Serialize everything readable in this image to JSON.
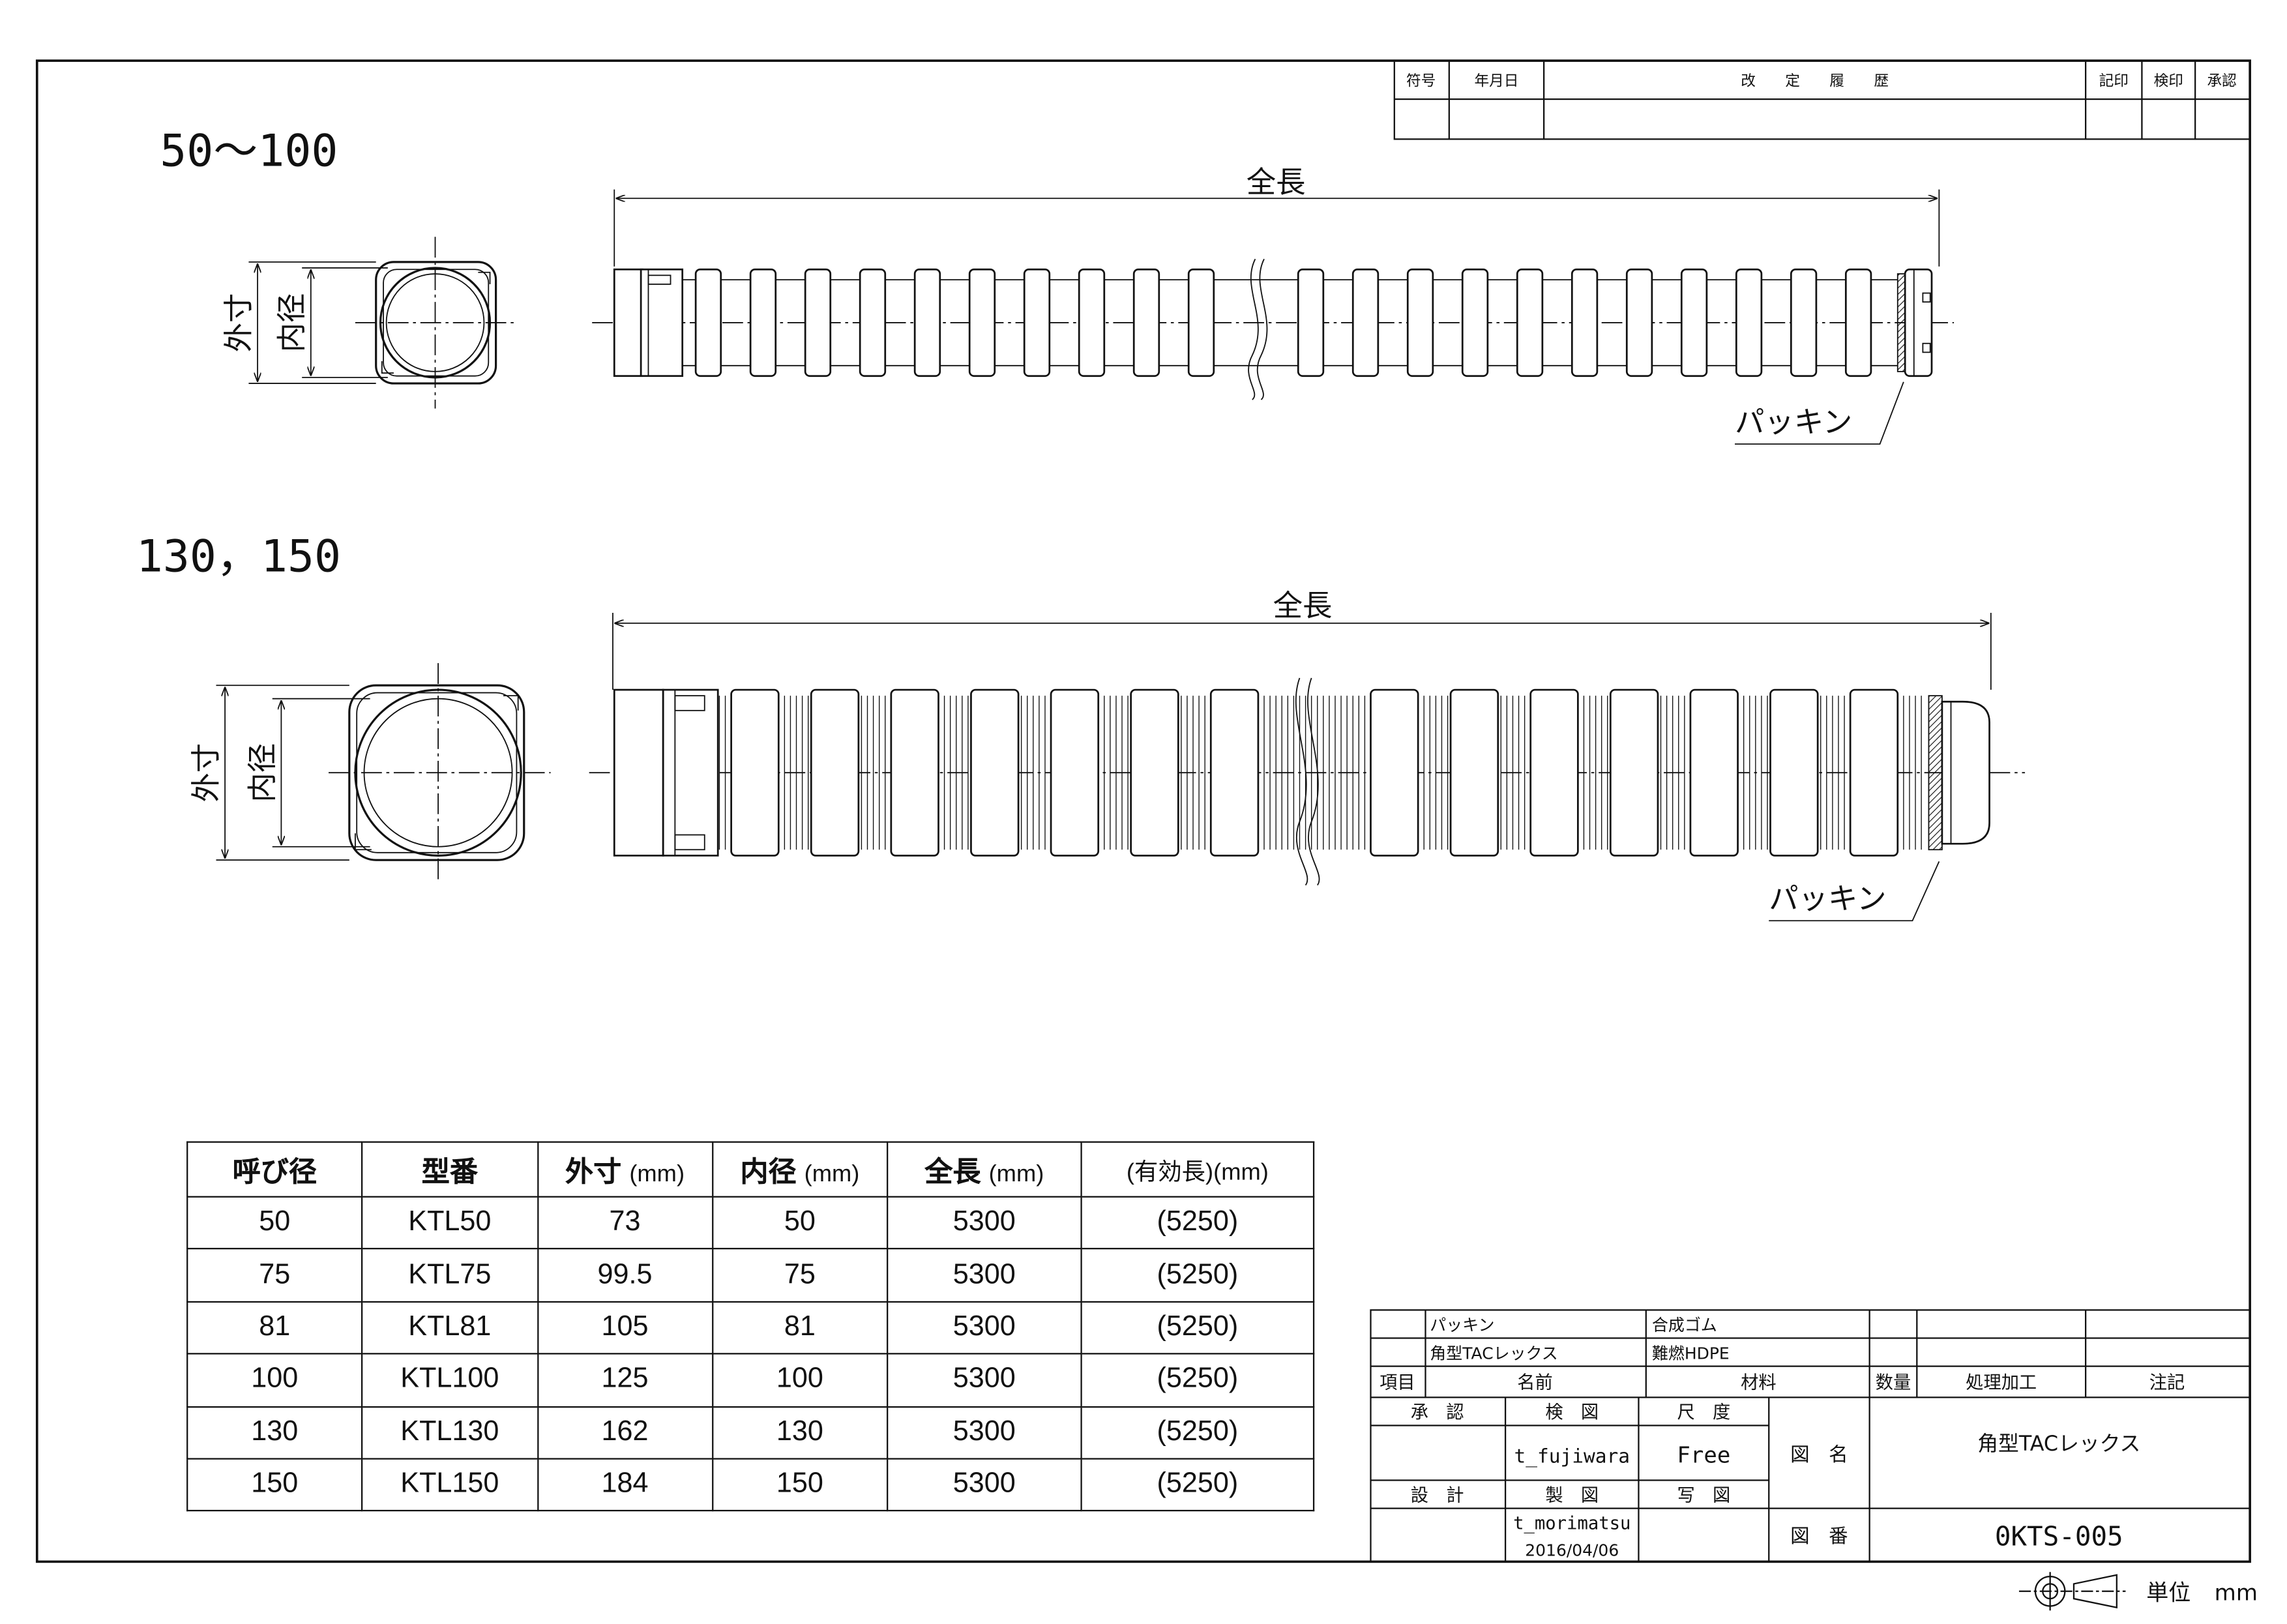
{
  "revision_block": {
    "headers": [
      "符号",
      "年月日",
      "改　　定　　履　　歴",
      "記印",
      "検印",
      "承認"
    ]
  },
  "views": [
    {
      "title": "50～100",
      "labels": {
        "outer": "外寸",
        "inner": "内径",
        "length": "全長",
        "packing": "パッキン"
      }
    },
    {
      "title": "130，150",
      "labels": {
        "outer": "外寸",
        "inner": "内径",
        "length": "全長",
        "packing": "パッキン"
      }
    }
  ],
  "spec_table": {
    "headers": [
      {
        "main": "呼び径",
        "unit": ""
      },
      {
        "main": "型番",
        "unit": ""
      },
      {
        "main": "外寸",
        "unit": "(mm)"
      },
      {
        "main": "内径",
        "unit": "(mm)"
      },
      {
        "main": "全長",
        "unit": "(mm)"
      },
      {
        "main": "(有効長)",
        "unit": "(mm)"
      }
    ],
    "rows": [
      [
        "50",
        "KTL50",
        "73",
        "50",
        "5300",
        "(5250)"
      ],
      [
        "75",
        "KTL75",
        "99.5",
        "75",
        "5300",
        "(5250)"
      ],
      [
        "81",
        "KTL81",
        "105",
        "81",
        "5300",
        "(5250)"
      ],
      [
        "100",
        "KTL100",
        "125",
        "100",
        "5300",
        "(5250)"
      ],
      [
        "130",
        "KTL130",
        "162",
        "130",
        "5300",
        "(5250)"
      ],
      [
        "150",
        "KTL150",
        "184",
        "150",
        "5300",
        "(5250)"
      ]
    ]
  },
  "title_block": {
    "parts": [
      {
        "name": "パッキン",
        "material": "合成ゴム"
      },
      {
        "name": "角型TACレックス",
        "material": "難燃HDPE"
      }
    ],
    "parts_header": {
      "item": "項目",
      "name": "名前",
      "material": "材料",
      "qty": "数量",
      "process": "処理加工",
      "note": "注記"
    },
    "approve_label": "承　認",
    "check_label": "検　図",
    "scale_label": "尺　度",
    "design_label": "設　計",
    "draw_label": "製　図",
    "photo_label": "写　図",
    "checker": "t_fujiwara",
    "scale": "Free",
    "drawer": "t_morimatsu",
    "date": "2016/04/06",
    "drawing_name_label": "図　名",
    "drawing_name": "角型TACレックス",
    "drawing_no_label": "図　番",
    "drawing_no": "0KTS-005"
  },
  "unit_label": "単位",
  "unit_value": "mm"
}
